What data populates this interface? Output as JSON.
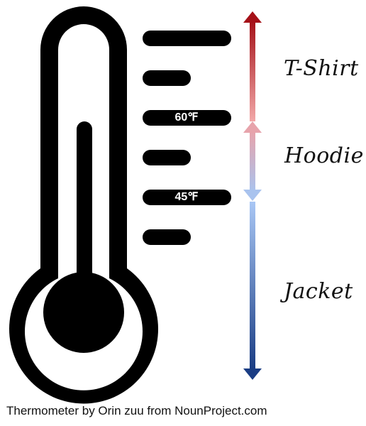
{
  "thermometer": {
    "icon": "thermometer-icon",
    "ticks": [
      {
        "label": ""
      },
      {
        "label": ""
      },
      {
        "label": "60℉"
      },
      {
        "label": ""
      },
      {
        "label": "45℉"
      },
      {
        "label": ""
      }
    ]
  },
  "zones": [
    {
      "name": "T-Shirt",
      "color_top": "#a51118",
      "color_bottom": "#f2a8a8"
    },
    {
      "name": "Hoodie",
      "color_top": "#e7a3ab",
      "color_bottom": "#a9c3ee"
    },
    {
      "name": "Jacket",
      "color_top": "#a9c7f5",
      "color_bottom": "#1a3d84"
    }
  ],
  "credit": "Thermometer by Orin zuu from NounProject.com"
}
